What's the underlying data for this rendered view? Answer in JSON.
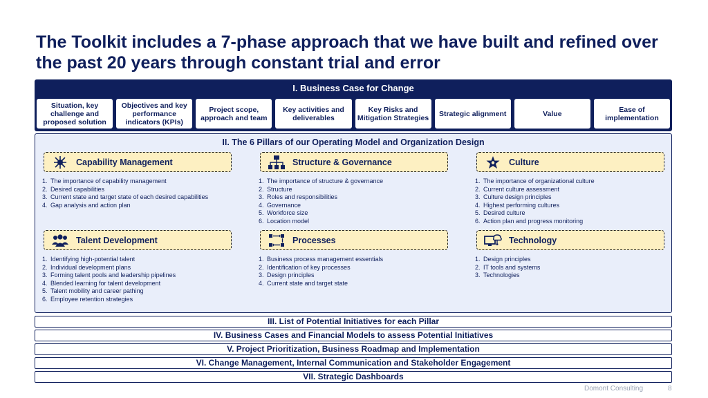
{
  "title": "The Toolkit includes a 7-phase approach that we have built and refined over the past 20 years through constant trial and error",
  "phase1": {
    "label": "I. Business Case for Change",
    "items": [
      "Situation, key challenge and proposed solution",
      "Objectives and key performance indicators (KPIs)",
      "Project scope, approach and team",
      "Key activities and deliverables",
      "Key Risks and Mitigation Strategies",
      "Strategic alignment",
      "Value",
      "Ease of implementation"
    ]
  },
  "phase2": {
    "label": "II. The 6 Pillars of our Operating Model and Organization Design",
    "pillars": [
      {
        "name": "Capability Management",
        "icon": "starburst-icon",
        "items": [
          "The importance of capability management",
          "Desired capabilities",
          "Current state and target state of each desired capabilities",
          "Gap analysis and action plan"
        ]
      },
      {
        "name": "Structure & Governance",
        "icon": "org-chart-icon",
        "items": [
          "The importance of structure & governance",
          "Structure",
          "Roles and responsibilities",
          "Governance",
          "Workforce size",
          "Location model"
        ]
      },
      {
        "name": "Culture",
        "icon": "culture-star-icon",
        "items": [
          "The importance of organizational culture",
          "Current culture assessment",
          "Culture design principles",
          "Highest performing cultures",
          "Desired culture",
          "Action plan and progress monitoring"
        ]
      },
      {
        "name": "Talent Development",
        "icon": "people-group-icon",
        "items": [
          "Identifying high-potential talent",
          "Individual development plans",
          "Forming talent pools and leadership pipelines",
          "Blended learning for talent development",
          "Talent mobility and career pathing",
          "Employee retention strategies"
        ]
      },
      {
        "name": "Processes",
        "icon": "process-flow-icon",
        "items": [
          "Business process management essentials",
          "Identification of key processes",
          "Design principles",
          "Current state and target state"
        ]
      },
      {
        "name": "Technology",
        "icon": "cloud-computer-icon",
        "items": [
          "Design principles",
          "IT tools and systems",
          "Technologies"
        ]
      }
    ]
  },
  "phases": [
    "III. List of Potential Initiatives for each Pillar",
    "IV. Business Cases and Financial Models to assess Potential Initiatives",
    "V. Project Prioritization, Business Roadmap and Implementation",
    "VI. Change Management, Internal Communication and Stakeholder Engagement",
    "VII. Strategic Dashboards"
  ],
  "footer": {
    "company": "Domont Consulting",
    "page": "8"
  },
  "colors": {
    "navy": "#0f1f5c",
    "pillar_fill": "#fdf0c2",
    "panel_fill": "#e9eefa"
  }
}
